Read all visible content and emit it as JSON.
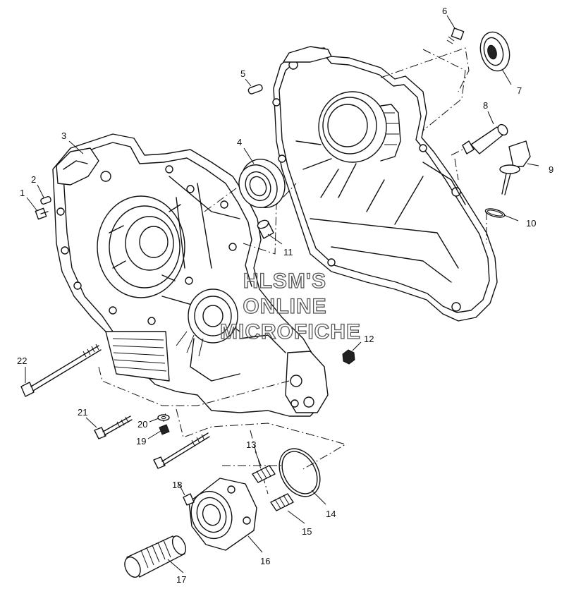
{
  "callouts": [
    {
      "id": "1",
      "label": "1"
    },
    {
      "id": "2",
      "label": "2"
    },
    {
      "id": "3",
      "label": "3"
    },
    {
      "id": "4",
      "label": "4"
    },
    {
      "id": "5",
      "label": "5"
    },
    {
      "id": "6",
      "label": "6"
    },
    {
      "id": "7",
      "label": "7"
    },
    {
      "id": "8",
      "label": "8"
    },
    {
      "id": "9",
      "label": "9"
    },
    {
      "id": "10",
      "label": "10"
    },
    {
      "id": "11",
      "label": "11"
    },
    {
      "id": "12",
      "label": "12"
    },
    {
      "id": "13",
      "label": "13"
    },
    {
      "id": "14",
      "label": "14"
    },
    {
      "id": "15",
      "label": "15"
    },
    {
      "id": "16",
      "label": "16"
    },
    {
      "id": "17",
      "label": "17"
    },
    {
      "id": "18",
      "label": "18"
    },
    {
      "id": "19",
      "label": "19"
    },
    {
      "id": "20",
      "label": "20"
    },
    {
      "id": "21",
      "label": "21"
    },
    {
      "id": "22",
      "label": "22"
    }
  ],
  "watermark": {
    "line1": "HLSM'S",
    "line2": "ONLINE",
    "line3": "MICROFICHE"
  }
}
